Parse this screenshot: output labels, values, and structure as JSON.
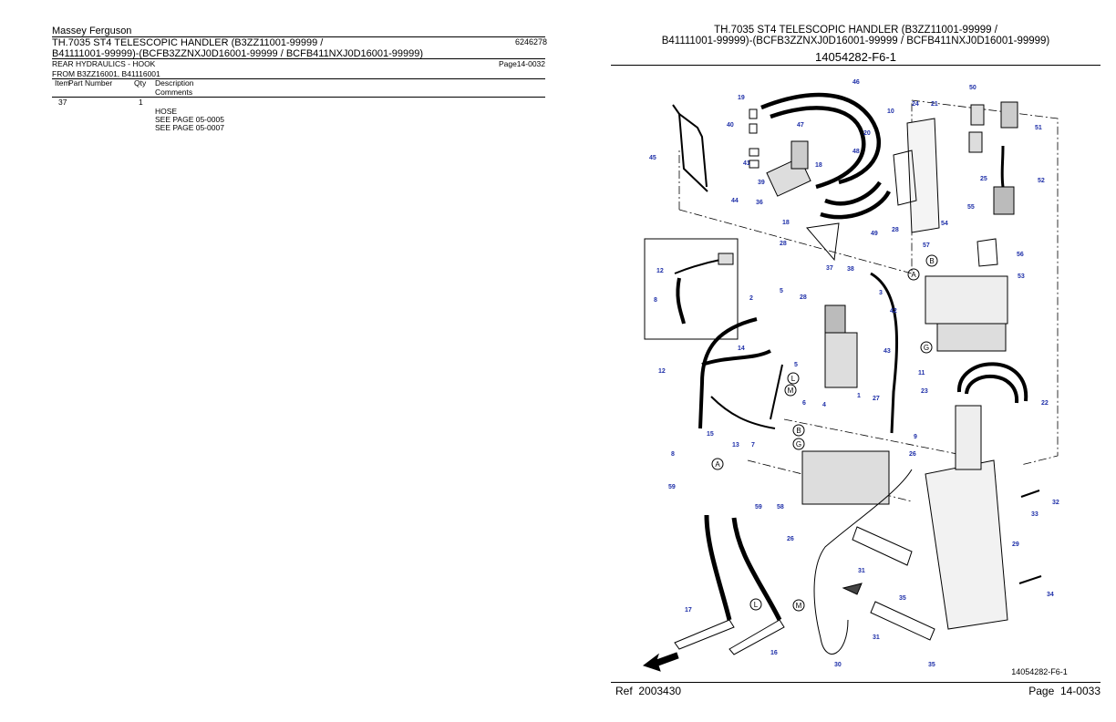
{
  "header": {
    "brand": "Massey Ferguson",
    "title_line1": "TH.7035 ST4 TELESCOPIC HANDLER (B3ZZ11001-99999 /",
    "title_line2": "B41111001-99999)-(BCFB3ZZNXJ0D16001-99999 / BCFB411NXJ0D16001-99999)",
    "doc_number": "6246278",
    "section": "REAR HYDRAULICS - HOOK",
    "page": "Page14-0032",
    "from": "FROM B3ZZ16001, B41116001"
  },
  "table": {
    "headers": {
      "item": "Item",
      "part_number": "Part Number",
      "qty": "Qty",
      "description": "Description",
      "comments": "Comments"
    },
    "rows": [
      {
        "item": "37",
        "part_number": "",
        "qty": "1",
        "description": "HOSE",
        "comments": [
          "SEE PAGE 05-0005",
          "SEE PAGE 05-0007"
        ]
      }
    ]
  },
  "diagram": {
    "title_line1": "TH.7035 ST4 TELESCOPIC HANDLER (B3ZZ11001-99999 /",
    "title_line2": "B41111001-99999)-(BCFB3ZZNXJ0D16001-99999 / BCFB411NXJ0D16001-99999)",
    "drawing_number": "14054282-F6-1",
    "drawing_label": "14054282-F6-1",
    "callouts": [
      "1",
      "2",
      "3",
      "4",
      "5",
      "5",
      "6",
      "7",
      "8",
      "8",
      "9",
      "10",
      "11",
      "12",
      "12",
      "13",
      "14",
      "15",
      "16",
      "17",
      "18",
      "18",
      "19",
      "20",
      "21",
      "22",
      "23",
      "24",
      "25",
      "26",
      "26",
      "27",
      "28",
      "28",
      "28",
      "29",
      "30",
      "31",
      "31",
      "32",
      "33",
      "34",
      "35",
      "35",
      "36",
      "37",
      "38",
      "39",
      "40",
      "41",
      "42",
      "43",
      "44",
      "45",
      "46",
      "47",
      "48",
      "49",
      "50",
      "51",
      "52",
      "53",
      "54",
      "55",
      "56",
      "57",
      "58",
      "59",
      "59"
    ],
    "circled_letters": [
      "A",
      "B",
      "G",
      "A",
      "B",
      "G",
      "L",
      "M",
      "L",
      "M"
    ],
    "callout_color": "#1e2fa8"
  },
  "footer": {
    "ref_label": "Ref",
    "ref_value": "2003430",
    "page_label": "Page",
    "page_value": "14-0033"
  }
}
